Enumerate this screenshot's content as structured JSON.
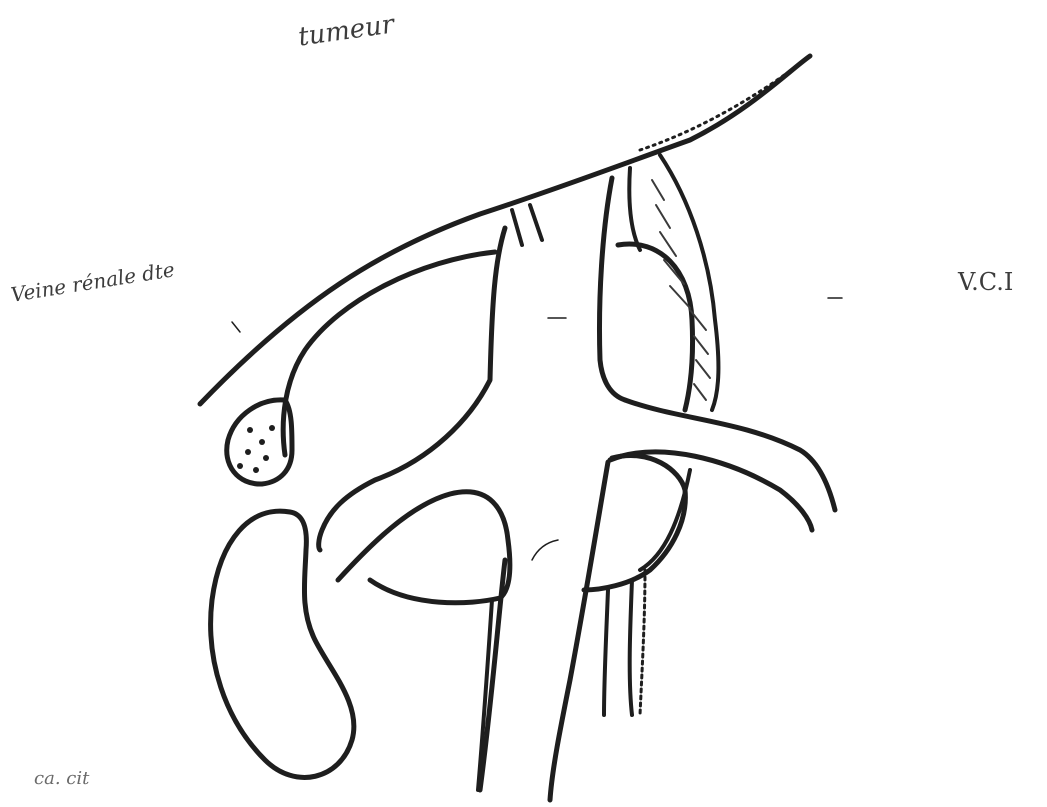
{
  "labels": {
    "tumeur": "tumeur",
    "veine_renale": "Veine rénale dte",
    "vci": "V.C.I",
    "bottom_left": "ca. cit"
  }
}
